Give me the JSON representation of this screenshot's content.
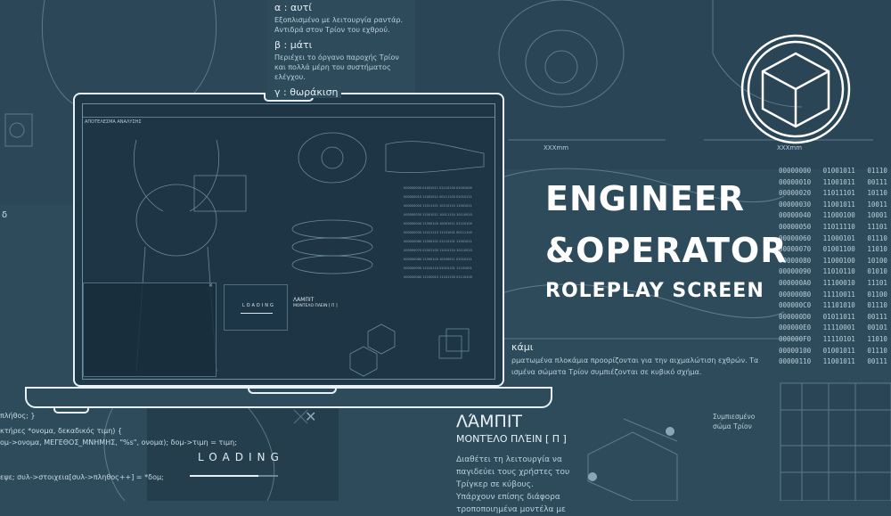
{
  "hero": {
    "line1": "ENGINEER",
    "line2": "&OPERATOR",
    "line3": "ROLEPLAY SCREEN"
  },
  "notes": [
    {
      "title": "α : αυτί",
      "body": [
        "Εξοπλισμένο με λειτουργία ραντάρ.",
        "Αντιδρά στον Τρίον του εχθρού."
      ]
    },
    {
      "title": "β : μάτι",
      "body": [
        "Περιέχει το όργανο παροχής Τρίον",
        "και πολλά μέρη του συστήματος",
        "ελέγχου."
      ]
    },
    {
      "title": "γ : θωράκιση",
      "body": []
    }
  ],
  "tentacle_note": {
    "title": "κάμι",
    "body": [
      "ρματωμένα πλοκάμια προορίζονται για την αιχμαλώτιση εχθρών. Τα",
      "ισμένα σώματα Τρίον συμπιέζονται σε κυβικό σχήμα."
    ]
  },
  "model": {
    "name": "ΛΆΜΠΙΤ",
    "subtitle": "ΜΟΝΤΈΛΟ ΠΛΈΙΝ [ Π ]",
    "body": [
      "Διαθέτει τη λειτουργία να",
      "παγιδεύει τους χρήστες του",
      "Τρίγκερ σε κύβους.",
      "Υπάρχουν επίσης διάφορα",
      "τροποποιημένα μοντέλα με"
    ]
  },
  "cube_label": [
    "Συμπιεσμένο",
    "σώμα Τρίον"
  ],
  "dimension_label": "XXXmm",
  "code_lines": [
    "πλήθος; }",
    "κτήρες *ονομα, δεκαδικός τιμη) {",
    "ομ->ονομα, ΜΕΓΕΘΟΣ_ΜΝΗΜΗΣ, \"%s\", ονομα); δομ->τιμη = τιμη;",
    "εψε; συλ->στοιχεια[συλ->πληθος++] = *δομ;"
  ],
  "loading_label": "LOADING",
  "loading_progress": 0.78,
  "screen": {
    "header": "ΑΠΟΤΕΛΕΣΜΑ ΑΝΑΛΥΣΗΣ",
    "loading_label": "LOADING",
    "model_name": "ΛΑΜΠΙΤ",
    "model_sub": "ΜΟΝΤΕΛΟ ΠΛΕΙΝ [ Π ]",
    "side_letter": "δ"
  },
  "hex_rows": [
    [
      "00000000",
      "01001011",
      "01110"
    ],
    [
      "00000010",
      "11001011",
      "00111"
    ],
    [
      "00000020",
      "11011101",
      "10110"
    ],
    [
      "00000030",
      "11001011",
      "10011"
    ],
    [
      "00000040",
      "11000100",
      "10001"
    ],
    [
      "00000050",
      "11011110",
      "11101"
    ],
    [
      "00000060",
      "11000101",
      "01110"
    ],
    [
      "00000070",
      "01001100",
      "11010"
    ],
    [
      "00000080",
      "11000100",
      "10100"
    ],
    [
      "00000090",
      "11010110",
      "01010"
    ],
    [
      "000000A0",
      "11100010",
      "11101"
    ],
    [
      "000000B0",
      "11110011",
      "01100"
    ],
    [
      "000000C0",
      "11101010",
      "01110"
    ],
    [
      "000000D0",
      "01011011",
      "00111"
    ],
    [
      "000000E0",
      "11110001",
      "00101"
    ],
    [
      "000000F0",
      "11110101",
      "11010"
    ],
    [
      "00000100",
      "01001011",
      "01110"
    ],
    [
      "00000110",
      "11001011",
      "00111"
    ]
  ],
  "colors": {
    "background": "#2e4b5c",
    "panel": "#27404f",
    "line": "#e8f1f5"
  }
}
